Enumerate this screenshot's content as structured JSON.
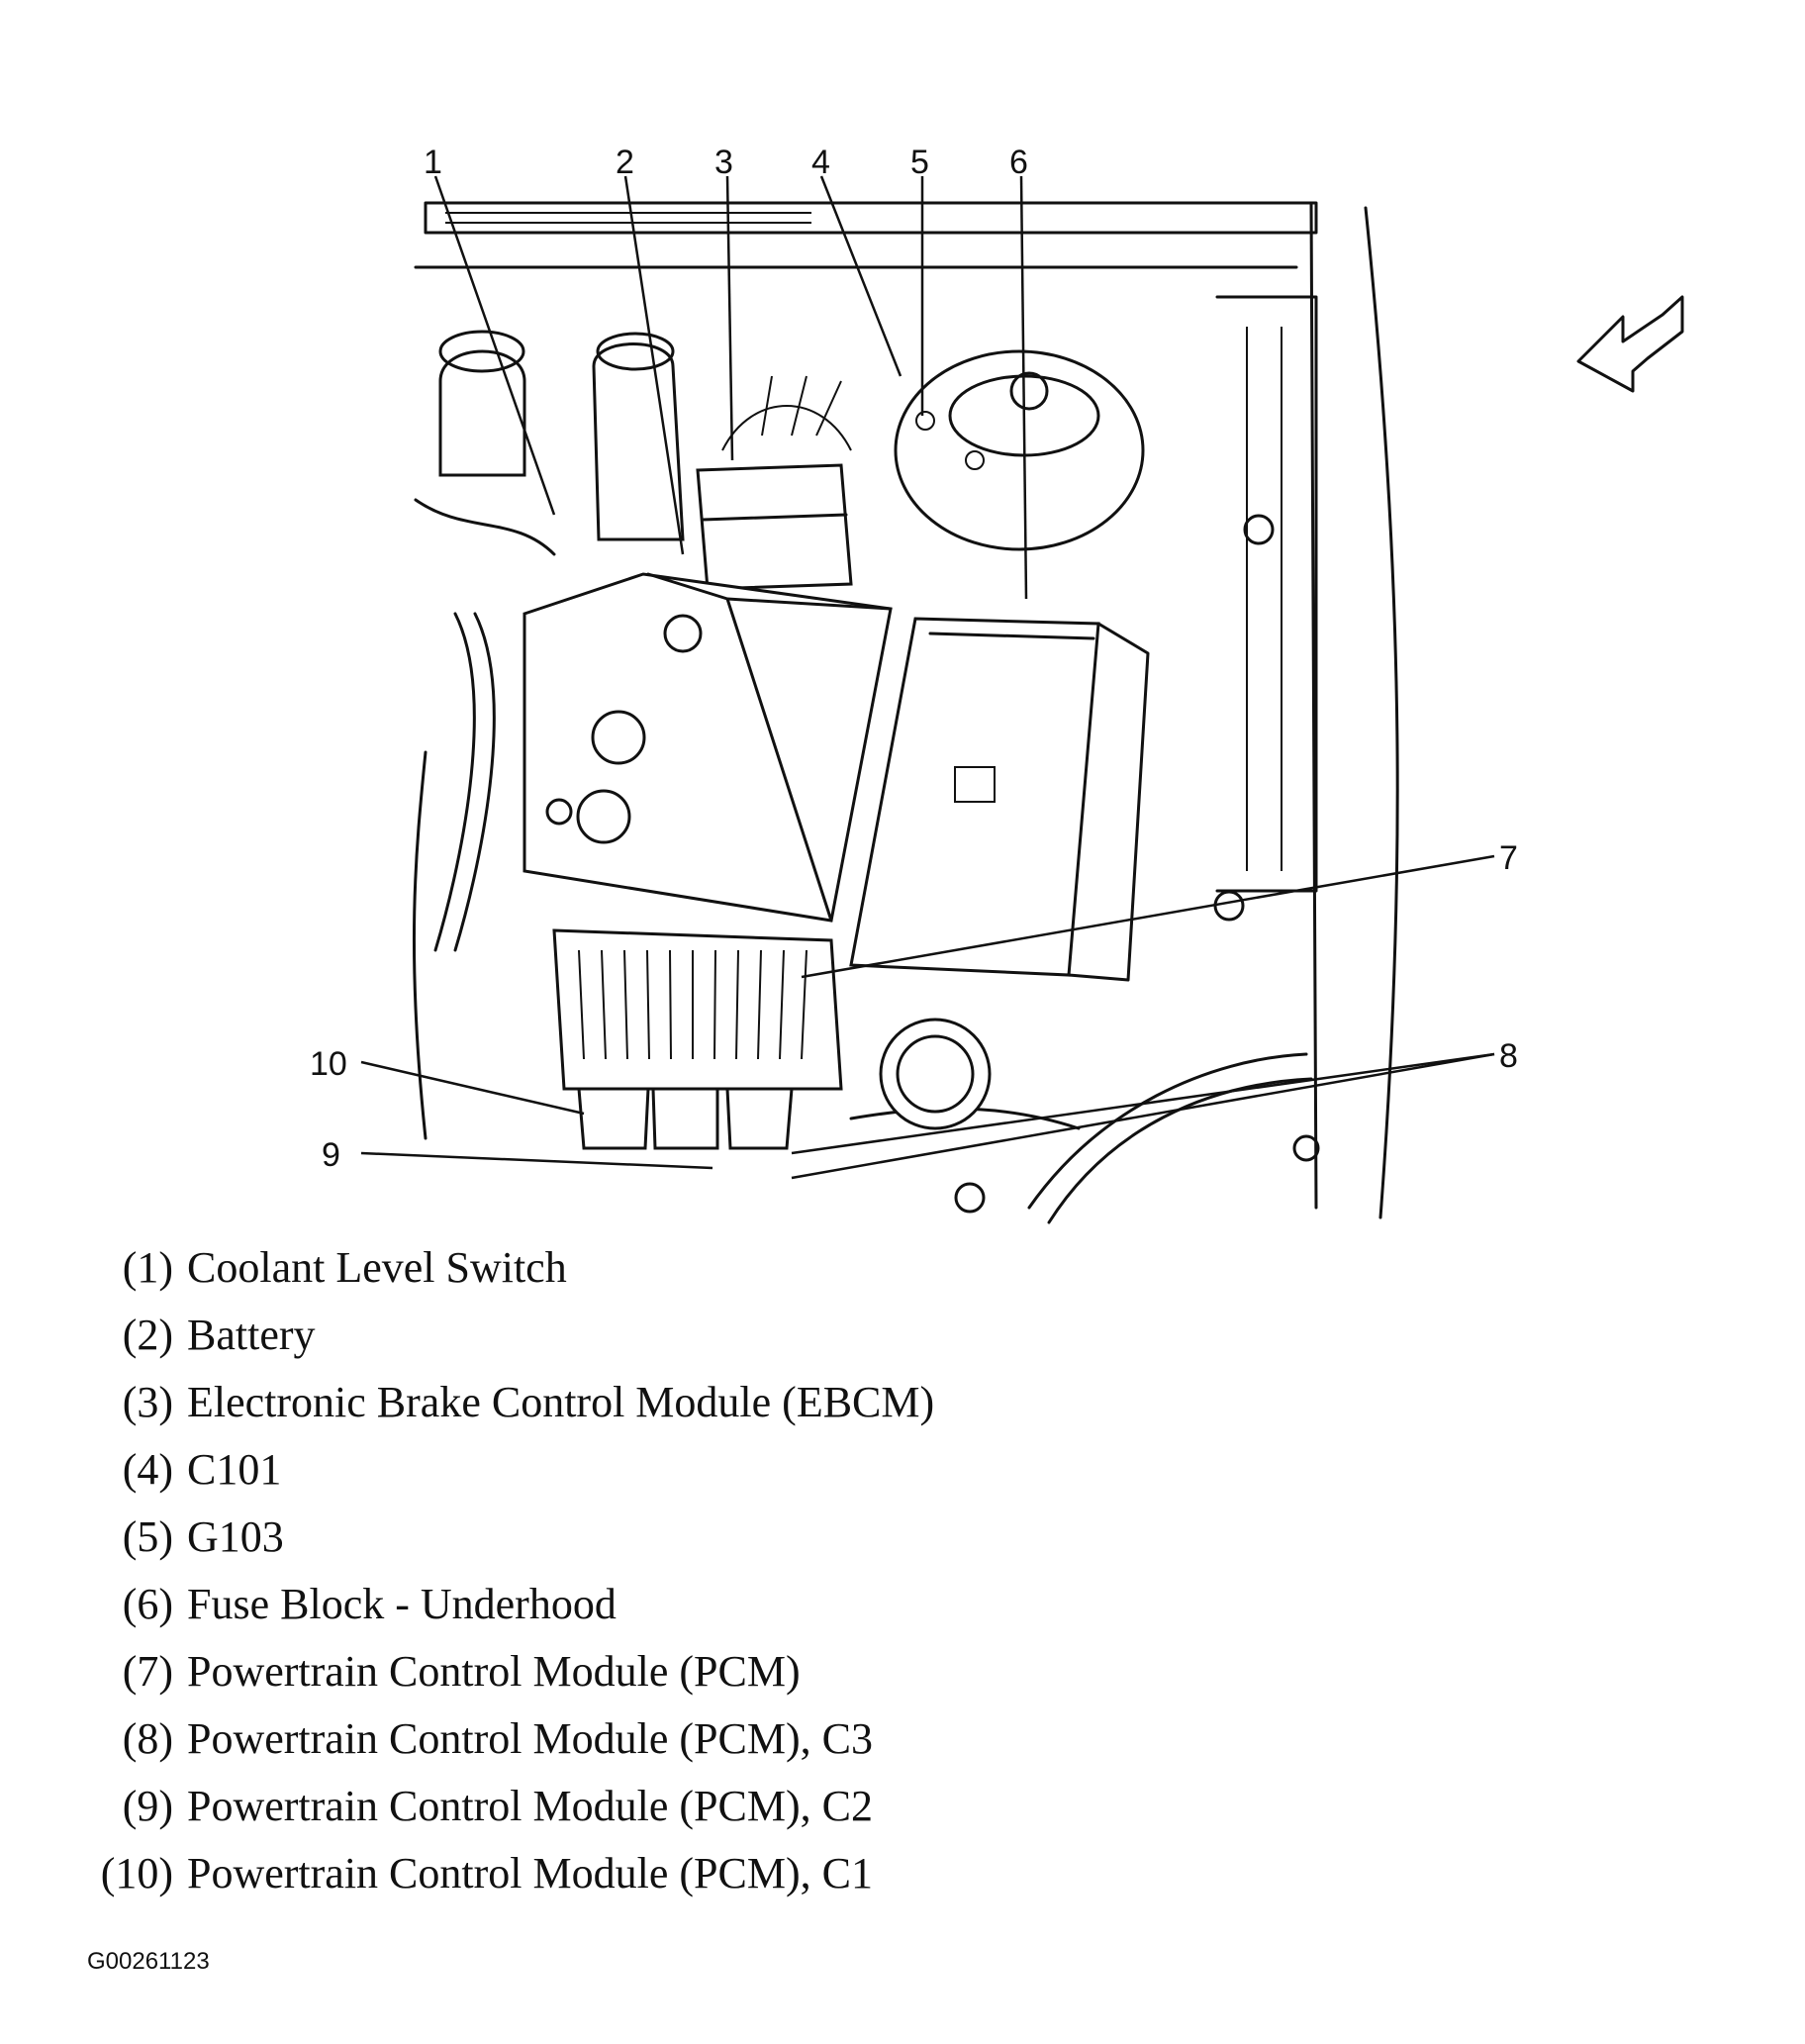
{
  "callouts": [
    {
      "num": "1",
      "label": "Coolant Level Switch"
    },
    {
      "num": "2",
      "label": "Battery"
    },
    {
      "num": "3",
      "label": "Electronic Brake Control Module (EBCM)"
    },
    {
      "num": "4",
      "label": "C101"
    },
    {
      "num": "5",
      "label": "G103"
    },
    {
      "num": "6",
      "label": "Fuse Block - Underhood"
    },
    {
      "num": "7",
      "label": "Powertrain Control Module (PCM)"
    },
    {
      "num": "8",
      "label": "Powertrain Control Module (PCM), C3"
    },
    {
      "num": "9",
      "label": "Powertrain Control Module (PCM), C2"
    },
    {
      "num": "10",
      "label": "Powertrain Control Module (PCM), C1"
    }
  ],
  "legend": [
    {
      "num": "(1)",
      "label": "Coolant Level Switch"
    },
    {
      "num": "(2)",
      "label": "Battery"
    },
    {
      "num": "(3)",
      "label": "Electronic Brake Control Module (EBCM)"
    },
    {
      "num": "(4)",
      "label": "C101"
    },
    {
      "num": "(5)",
      "label": "G103"
    },
    {
      "num": "(6)",
      "label": "Fuse Block - Underhood"
    },
    {
      "num": "(7)",
      "label": "Powertrain Control Module (PCM)"
    },
    {
      "num": "(8)",
      "label": "Powertrain Control Module (PCM), C3"
    },
    {
      "num": "(9)",
      "label": "Powertrain Control Module (PCM), C2"
    },
    {
      "num": "(10)",
      "label": "Powertrain Control Module (PCM), C1"
    }
  ],
  "figure_id": "G00261123",
  "icons": {
    "direction": "front-arrow-icon"
  },
  "colors": {
    "ink": "#111111",
    "paper": "#ffffff"
  }
}
